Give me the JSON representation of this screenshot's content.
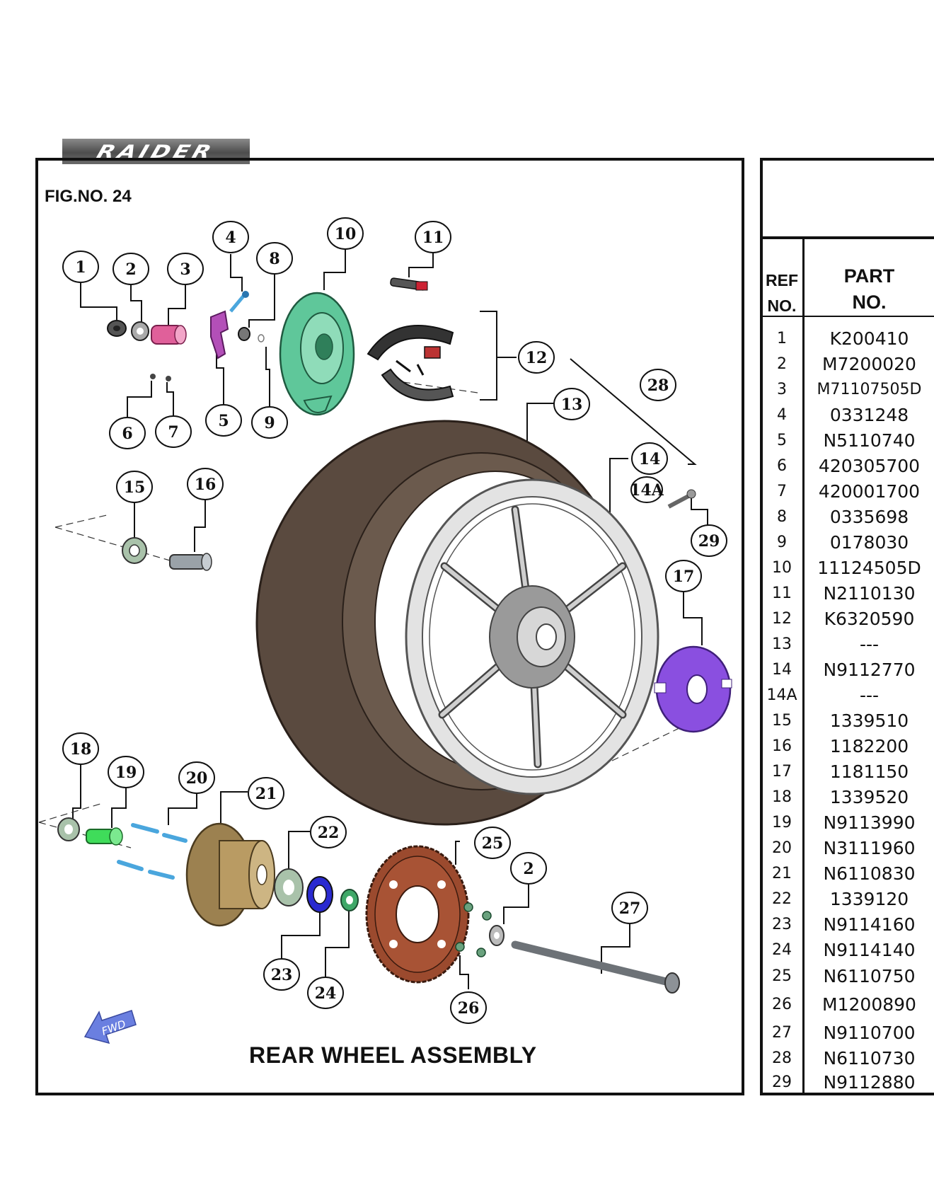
{
  "brand": "RAIDER",
  "figure_number": "FIG.NO. 24",
  "title": "REAR WHEEL ASSEMBLY",
  "fwd_label": "FWD",
  "table": {
    "ref_header_1": "REF",
    "ref_header_2": "NO.",
    "part_header_1": "PART",
    "part_header_2": "NO.",
    "rows": [
      {
        "ref": "1",
        "part": "K200410"
      },
      {
        "ref": "2",
        "part": "M7200020"
      },
      {
        "ref": "3",
        "part": "M71107505D"
      },
      {
        "ref": "4",
        "part": "0331248"
      },
      {
        "ref": "5",
        "part": "N5110740"
      },
      {
        "ref": "6",
        "part": "420305700"
      },
      {
        "ref": "7",
        "part": "420001700"
      },
      {
        "ref": "8",
        "part": "0335698"
      },
      {
        "ref": "9",
        "part": "0178030"
      },
      {
        "ref": "10",
        "part": "11124505D"
      },
      {
        "ref": "11",
        "part": "N2110130"
      },
      {
        "ref": "12",
        "part": "K6320590"
      },
      {
        "ref": "13",
        "part": "---"
      },
      {
        "ref": "14",
        "part": "N9112770"
      },
      {
        "ref": "14A",
        "part": "---"
      },
      {
        "ref": "15",
        "part": "1339510"
      },
      {
        "ref": "16",
        "part": "1182200"
      },
      {
        "ref": "17",
        "part": "1181150"
      },
      {
        "ref": "18",
        "part": "1339520"
      },
      {
        "ref": "19",
        "part": "N9113990"
      },
      {
        "ref": "20",
        "part": "N3111960"
      },
      {
        "ref": "21",
        "part": "N6110830"
      },
      {
        "ref": "22",
        "part": "1339120"
      },
      {
        "ref": "23",
        "part": "N9114160"
      },
      {
        "ref": "24",
        "part": "N9114140"
      },
      {
        "ref": "25",
        "part": "N6110750"
      },
      {
        "ref": "26",
        "part": "M1200890"
      },
      {
        "ref": "27",
        "part": "N9110700"
      },
      {
        "ref": "28",
        "part": "N6110730"
      },
      {
        "ref": "29",
        "part": "N9112880"
      }
    ]
  },
  "callouts": [
    {
      "label": "1"
    },
    {
      "label": "2"
    },
    {
      "label": "3"
    },
    {
      "label": "4"
    },
    {
      "label": "8"
    },
    {
      "label": "10"
    },
    {
      "label": "11"
    },
    {
      "label": "12"
    },
    {
      "label": "6"
    },
    {
      "label": "7"
    },
    {
      "label": "5"
    },
    {
      "label": "9"
    },
    {
      "label": "13"
    },
    {
      "label": "28"
    },
    {
      "label": "14"
    },
    {
      "label": "14A"
    },
    {
      "label": "29"
    },
    {
      "label": "15"
    },
    {
      "label": "16"
    },
    {
      "label": "17"
    },
    {
      "label": "18"
    },
    {
      "label": "19"
    },
    {
      "label": "20"
    },
    {
      "label": "21"
    },
    {
      "label": "22"
    },
    {
      "label": "25"
    },
    {
      "label": "2"
    },
    {
      "label": "27"
    },
    {
      "label": "23"
    },
    {
      "label": "24"
    },
    {
      "label": "26"
    }
  ],
  "colors": {
    "tyre": "#5a4a3f",
    "rim": "#c8c8c8",
    "brake_plate": "#5fc79a",
    "cush_rubber": "#8a4fe0",
    "sprocket": "#9b4a2e",
    "hub": "#9c8150",
    "bolts": "#4aa6dd",
    "fwd_arrow": "#6a7fe0"
  }
}
